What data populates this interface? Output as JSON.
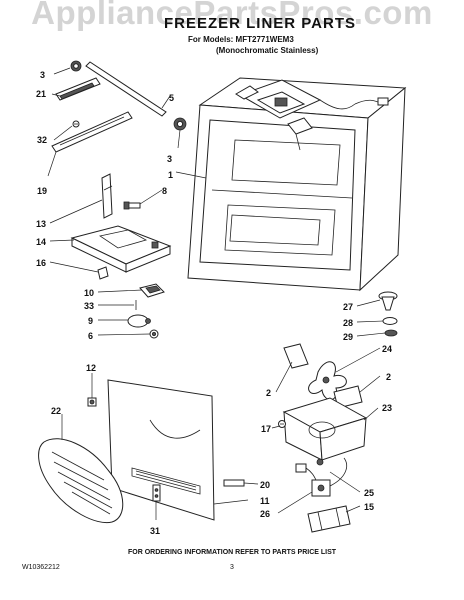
{
  "watermark": "AppliancePartsPros.com",
  "title": "FREEZER LINER PARTS",
  "models_line": "For Models: MFT2771WEM3",
  "models_note": "(Monochromatic Stainless)",
  "footer_center": "FOR ORDERING INFORMATION REFER TO PARTS PRICE LIST",
  "footer_code": "W10362212",
  "footer_page": "3",
  "callouts": [
    "3",
    "21",
    "5",
    "32",
    "3",
    "19",
    "1",
    "8",
    "13",
    "14",
    "16",
    "10",
    "33",
    "9",
    "6",
    "27",
    "28",
    "29",
    "24",
    "2",
    "2",
    "12",
    "22",
    "23",
    "17",
    "20",
    "11",
    "25",
    "26",
    "15",
    "31"
  ]
}
